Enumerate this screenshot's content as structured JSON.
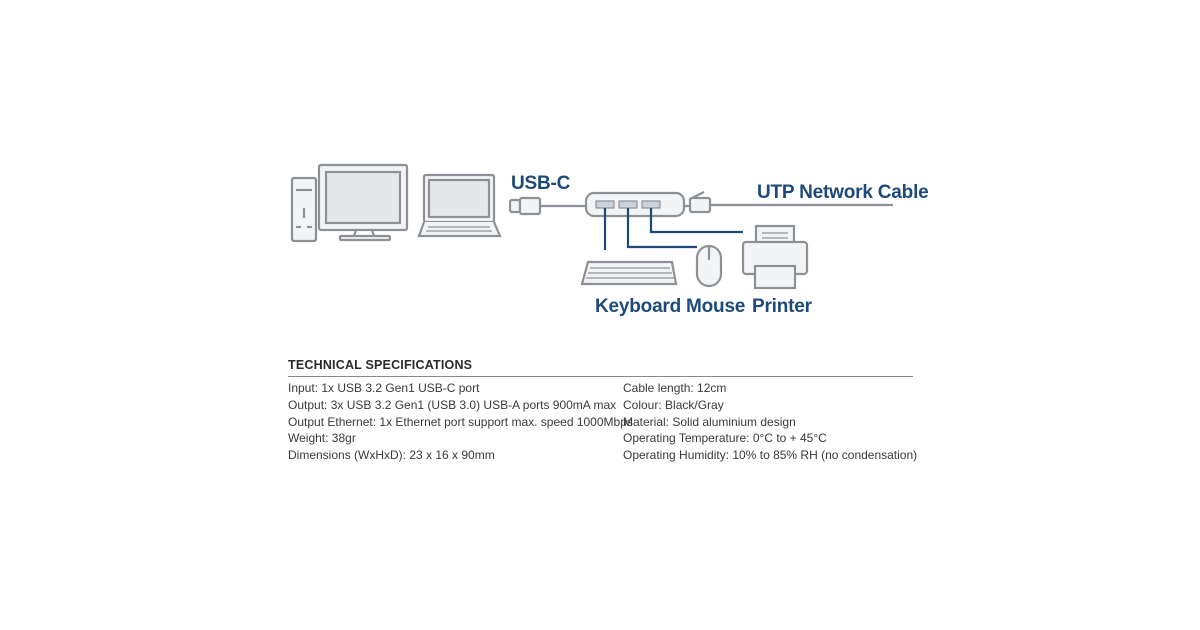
{
  "diagram": {
    "usb_c_label": "USB-C",
    "network_label": "UTP Network Cable",
    "keyboard_label": "Keyboard",
    "mouse_label": "Mouse",
    "printer_label": "Printer",
    "icons": [
      "desktop-tower-icon",
      "monitor-icon",
      "laptop-icon",
      "usb-c-plug-icon",
      "usb-hub-icon",
      "rj45-plug-icon",
      "keyboard-icon",
      "mouse-icon",
      "printer-icon"
    ],
    "colors": {
      "line": "#8d9196",
      "accent": "#1d4a78",
      "device_fill": "#f3f4f5"
    }
  },
  "specs": {
    "title": "TECHNICAL SPECIFICATIONS",
    "left": [
      "Input: 1x USB 3.2 Gen1 USB-C port",
      "Output: 3x USB 3.2 Gen1 (USB 3.0) USB-A ports 900mA max",
      "Output Ethernet: 1x Ethernet port support max. speed 1000Mbps",
      "Weight: 38gr",
      "Dimensions (WxHxD): 23 x 16 x 90mm"
    ],
    "right": [
      "Cable length: 12cm",
      "Colour: Black/Gray",
      "Material: Solid aluminium design",
      "Operating Temperature: 0°C to + 45°C",
      "Operating Humidity: 10% to 85% RH (no condensation)"
    ]
  }
}
